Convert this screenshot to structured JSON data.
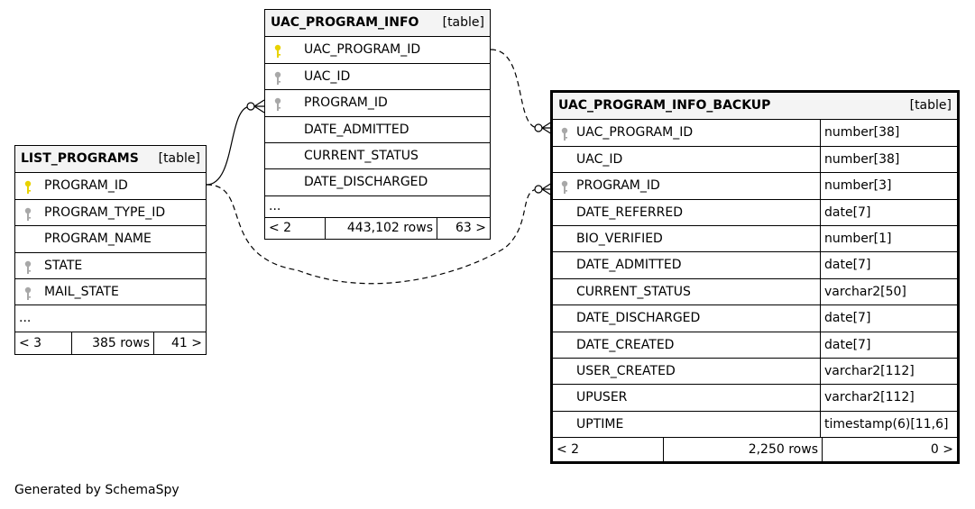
{
  "tables": {
    "list_programs": {
      "name": "LIST_PROGRAMS",
      "tag": "[table]",
      "columns": [
        "PROGRAM_ID",
        "PROGRAM_TYPE_ID",
        "PROGRAM_NAME",
        "STATE",
        "MAIL_STATE"
      ],
      "more": "...",
      "footer": {
        "parents": "< 3",
        "rows": "385 rows",
        "children": "41 >"
      }
    },
    "uac_program_info": {
      "name": "UAC_PROGRAM_INFO",
      "tag": "[table]",
      "columns": [
        "UAC_PROGRAM_ID",
        "UAC_ID",
        "PROGRAM_ID",
        "DATE_ADMITTED",
        "CURRENT_STATUS",
        "DATE_DISCHARGED"
      ],
      "more": "...",
      "footer": {
        "parents": "< 2",
        "rows": "443,102 rows",
        "children": "63 >"
      }
    },
    "uac_program_info_backup": {
      "name": "UAC_PROGRAM_INFO_BACKUP",
      "tag": "[table]",
      "columns": [
        {
          "name": "UAC_PROGRAM_ID",
          "type": "number[38]"
        },
        {
          "name": "UAC_ID",
          "type": "number[38]"
        },
        {
          "name": "PROGRAM_ID",
          "type": "number[3]"
        },
        {
          "name": "DATE_REFERRED",
          "type": "date[7]"
        },
        {
          "name": "BIO_VERIFIED",
          "type": "number[1]"
        },
        {
          "name": "DATE_ADMITTED",
          "type": "date[7]"
        },
        {
          "name": "CURRENT_STATUS",
          "type": "varchar2[50]"
        },
        {
          "name": "DATE_DISCHARGED",
          "type": "date[7]"
        },
        {
          "name": "DATE_CREATED",
          "type": "date[7]"
        },
        {
          "name": "USER_CREATED",
          "type": "varchar2[112]"
        },
        {
          "name": "UPUSER",
          "type": "varchar2[112]"
        },
        {
          "name": "UPTIME",
          "type": "timestamp(6)[11,6]"
        }
      ],
      "footer": {
        "parents": "< 2",
        "rows": "2,250 rows",
        "children": "0 >"
      }
    }
  },
  "colors": {
    "primary_key": "#e8d200",
    "foreign_key": "#a8a8a8",
    "header_bg": "#f4f4f4"
  },
  "caption": "Generated by SchemaSpy"
}
